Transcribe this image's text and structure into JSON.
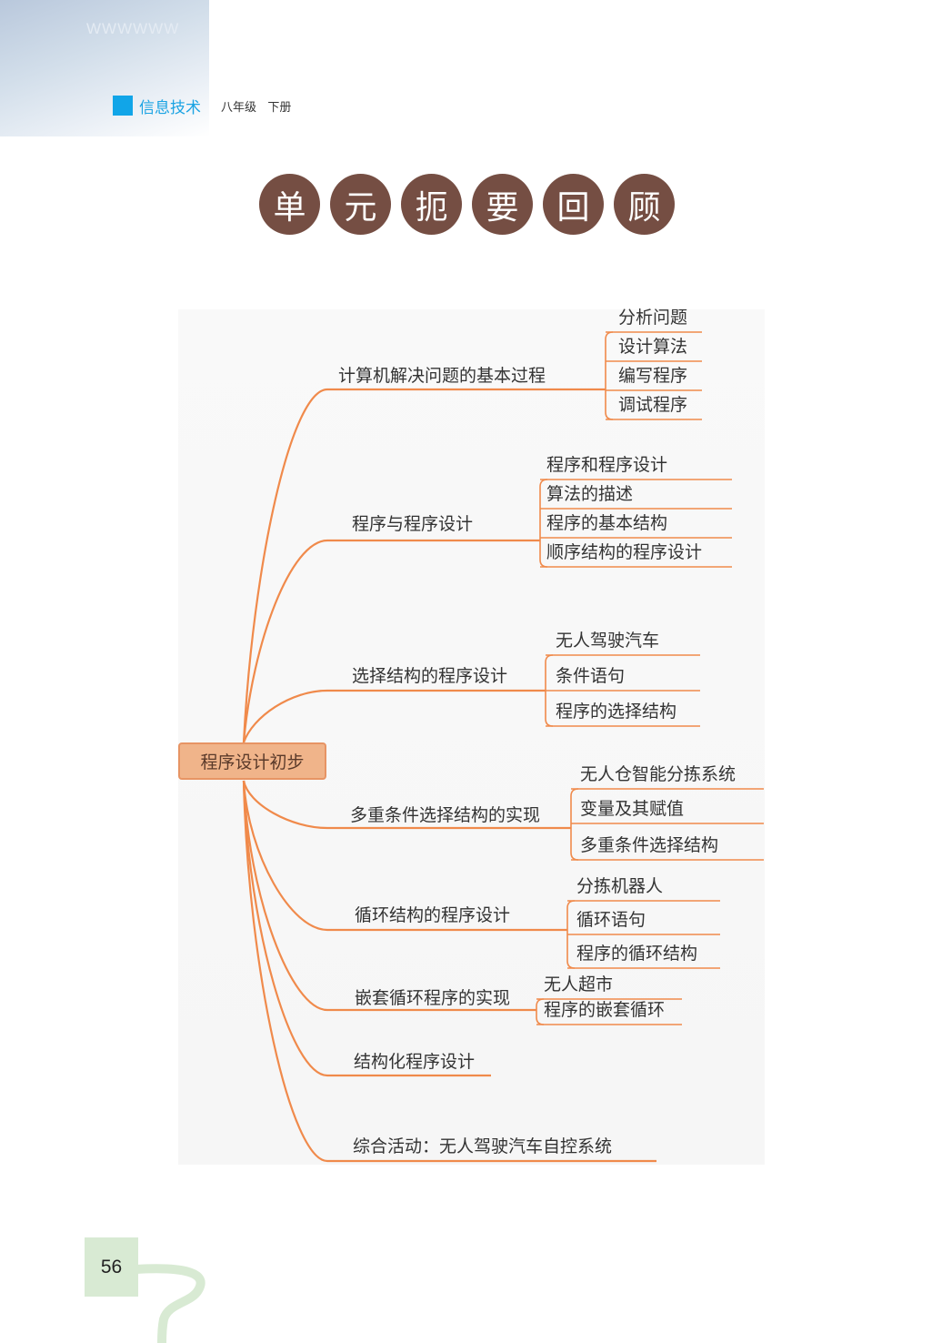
{
  "header": {
    "subject": "信息技术",
    "grade": "八年级",
    "volume": "下册",
    "decor_text": "WWWWWW"
  },
  "title_chars": [
    "单",
    "元",
    "扼",
    "要",
    "回",
    "顾"
  ],
  "mindmap": {
    "center": "程序设计初步",
    "branches": [
      {
        "label": "计算机解决问题的基本过程",
        "children": [
          "分析问题",
          "设计算法",
          "编写程序",
          "调试程序"
        ]
      },
      {
        "label": "程序与程序设计",
        "children": [
          "程序和程序设计",
          "算法的描述",
          "程序的基本结构",
          "顺序结构的程序设计"
        ]
      },
      {
        "label": "选择结构的程序设计",
        "children": [
          "无人驾驶汽车",
          "条件语句",
          "程序的选择结构"
        ]
      },
      {
        "label": "多重条件选择结构的实现",
        "children": [
          "无人仓智能分拣系统",
          "变量及其赋值",
          "多重条件选择结构"
        ]
      },
      {
        "label": "循环结构的程序设计",
        "children": [
          "分拣机器人",
          "循环语句",
          "程序的循环结构"
        ]
      },
      {
        "label": "嵌套循环程序的实现",
        "children": [
          "无人超市",
          "程序的嵌套循环"
        ]
      },
      {
        "label": "结构化程序设计",
        "children": []
      },
      {
        "label": "综合活动：无人驾驶汽车自控系统",
        "children": []
      }
    ],
    "line_color": "#f08a4b"
  },
  "page_number": "56"
}
